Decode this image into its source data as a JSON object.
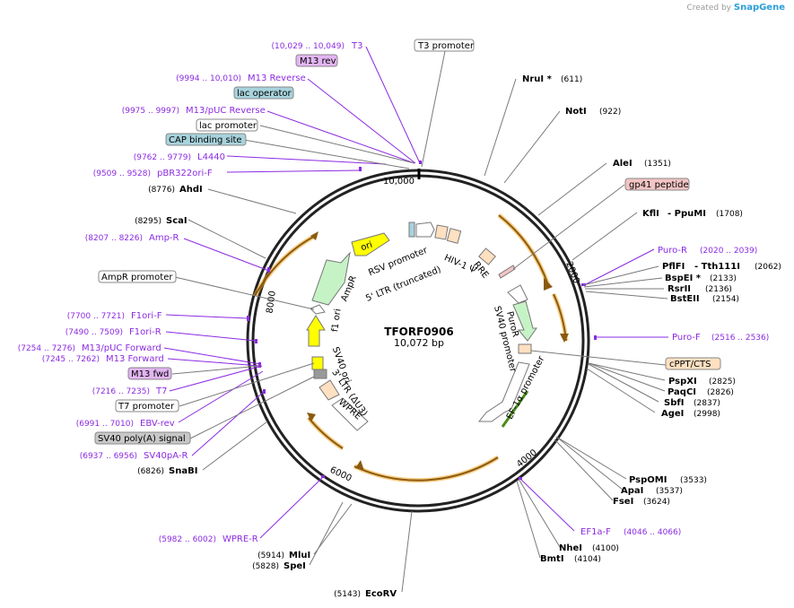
{
  "credit": {
    "prefix": "Created by",
    "brand": "SnapGene"
  },
  "plasmid": {
    "name": "TFORF0906",
    "size": "10,072 bp"
  },
  "ticks": [
    "2000",
    "4000",
    "6000",
    "8000",
    "10,000"
  ],
  "primers": [
    {
      "name": "T3",
      "range": "(10,029 .. 10,049)"
    },
    {
      "name": "M13 Reverse",
      "range": "(9994 .. 10,010)"
    },
    {
      "name": "M13/pUC Reverse",
      "range": "(9975 .. 9997)"
    },
    {
      "name": "L4440",
      "range": "(9762 .. 9779)"
    },
    {
      "name": "pBR322ori-F",
      "range": "(9509 .. 9528)"
    },
    {
      "name": "Amp-R",
      "range": "(8207 .. 8226)"
    },
    {
      "name": "F1ori-F",
      "range": "(7700 .. 7721)"
    },
    {
      "name": "F1ori-R",
      "range": "(7490 .. 7509)"
    },
    {
      "name": "M13/pUC Forward",
      "range": "(7254 .. 7276)"
    },
    {
      "name": "M13 Forward",
      "range": "(7245 .. 7262)"
    },
    {
      "name": "T7",
      "range": "(7216 .. 7235)"
    },
    {
      "name": "EBV-rev",
      "range": "(6991 .. 7010)"
    },
    {
      "name": "SV40pA-R",
      "range": "(6937 .. 6956)"
    },
    {
      "name": "WPRE-R",
      "range": "(5982 .. 6002)"
    },
    {
      "name": "Puro-R",
      "range": "(2020 .. 2039)"
    },
    {
      "name": "Puro-F",
      "range": "(2516 .. 2536)"
    },
    {
      "name": "EF1a-F",
      "range": "(4046 .. 4066)"
    }
  ],
  "sites": [
    {
      "name": "AhdI",
      "pos": "(8776)"
    },
    {
      "name": "ScaI",
      "pos": "(8295)"
    },
    {
      "name": "SnaBI",
      "pos": "(6826)"
    },
    {
      "name": "MluI",
      "pos": "(5914)"
    },
    {
      "name": "SpeI",
      "pos": "(5828)"
    },
    {
      "name": "EcoRV",
      "pos": "(5143)"
    },
    {
      "name": "NruI *",
      "pos": "(611)"
    },
    {
      "name": "NotI",
      "pos": "(922)"
    },
    {
      "name": "AleI",
      "pos": "(1351)"
    },
    {
      "name": "KflI",
      "pos": "- PpuMI",
      "pos2": "(1708)"
    },
    {
      "name": "PflFI",
      "pos": "- Tth111I",
      "pos2": "(2062)"
    },
    {
      "name": "BspEI *",
      "pos": "(2133)"
    },
    {
      "name": "RsrII",
      "pos": "(2136)"
    },
    {
      "name": "BstEII",
      "pos": "(2154)"
    },
    {
      "name": "PspXI",
      "pos": "(2825)"
    },
    {
      "name": "PaqCI",
      "pos": "(2826)"
    },
    {
      "name": "SbfI",
      "pos": "(2837)"
    },
    {
      "name": "AgeI",
      "pos": "(2998)"
    },
    {
      "name": "PspOMI",
      "pos": "(3533)"
    },
    {
      "name": "ApaI",
      "pos": "(3537)"
    },
    {
      "name": "FseI",
      "pos": "(3624)"
    },
    {
      "name": "NheI",
      "pos": "(4100)"
    },
    {
      "name": "BmtI",
      "pos": "(4104)"
    }
  ],
  "boxes": {
    "t3_promoter": "T3 promoter",
    "m13_rev": "M13 rev",
    "lac_operator": "lac operator",
    "lac_promoter": "lac promoter",
    "cap_site": "CAP binding site",
    "ampr_promoter": "AmpR promoter",
    "m13_fwd": "M13 fwd",
    "t7_promoter": "T7 promoter",
    "sv40_polya": "SV40 poly(A) signal",
    "gp41": "gp41 peptide",
    "cppt": "cPPT/CTS"
  },
  "features": {
    "ori": "ori",
    "rsv": "RSV promoter",
    "ltr5": "5' LTR (truncated)",
    "hiv": "HIV-1 Ψ",
    "rre": "RRE",
    "ampr": "AmpR",
    "f1ori": "f1 ori",
    "sv40ori": "SV40 ori",
    "ltr3": "3' LTR (ΔU3)",
    "wpre": "WPRE",
    "puror": "PuroR",
    "sv40prom": "SV40 promoter",
    "ef1a": "EF-1α promoter"
  },
  "colors": {
    "primer": "#8b2be2",
    "orf": "#f3a51f",
    "ori": "#ffff00",
    "ampr": "#c6f3c6",
    "ltr": "#ffe0c0",
    "lac": "#a8d3dd",
    "m13": "#e3b5f3",
    "sv40box": "#c8c8c8",
    "gp41": "#f3c4c4"
  }
}
